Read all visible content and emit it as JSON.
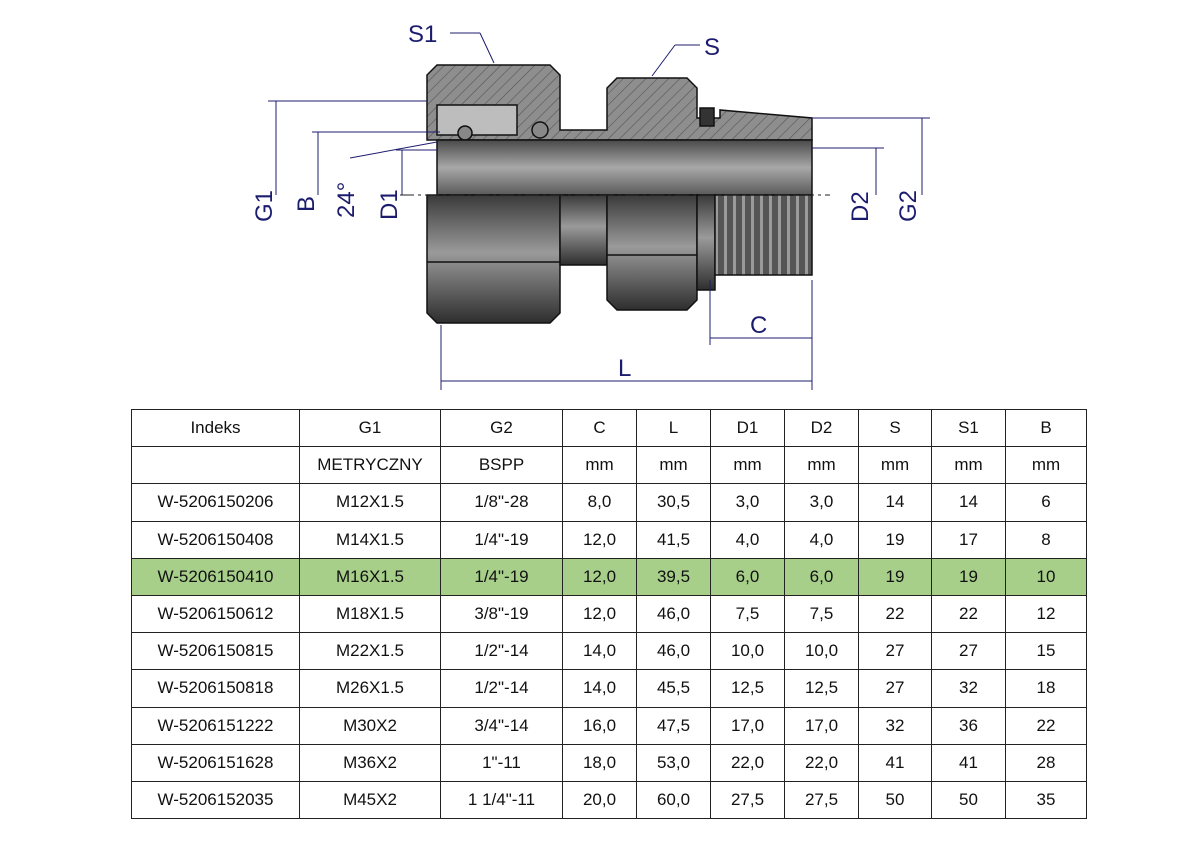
{
  "drawing": {
    "labels": {
      "S1": "S1",
      "S": "S",
      "G1": "G1",
      "B": "B",
      "angle": "24°",
      "D1": "D1",
      "D2": "D2",
      "G2": "G2",
      "C": "C",
      "L": "L"
    },
    "colors": {
      "dimension": "#1c1c6e",
      "highlight_row": "#a7cf8a"
    }
  },
  "table": {
    "headers": [
      "Indeks",
      "G1",
      "G2",
      "C",
      "L",
      "D1",
      "D2",
      "S",
      "S1",
      "B"
    ],
    "units": [
      "",
      "METRYCZNY",
      "BSPP",
      "mm",
      "mm",
      "mm",
      "mm",
      "mm",
      "mm",
      "mm"
    ],
    "highlighted_row": 2,
    "rows": [
      [
        "W-5206150206",
        "M12X1.5",
        "1/8\"-28",
        "8,0",
        "30,5",
        "3,0",
        "3,0",
        "14",
        "14",
        "6"
      ],
      [
        "W-5206150408",
        "M14X1.5",
        "1/4\"-19",
        "12,0",
        "41,5",
        "4,0",
        "4,0",
        "19",
        "17",
        "8"
      ],
      [
        "W-5206150410",
        "M16X1.5",
        "1/4\"-19",
        "12,0",
        "39,5",
        "6,0",
        "6,0",
        "19",
        "19",
        "10"
      ],
      [
        "W-5206150612",
        "M18X1.5",
        "3/8\"-19",
        "12,0",
        "46,0",
        "7,5",
        "7,5",
        "22",
        "22",
        "12"
      ],
      [
        "W-5206150815",
        "M22X1.5",
        "1/2\"-14",
        "14,0",
        "46,0",
        "10,0",
        "10,0",
        "27",
        "27",
        "15"
      ],
      [
        "W-5206150818",
        "M26X1.5",
        "1/2\"-14",
        "14,0",
        "45,5",
        "12,5",
        "12,5",
        "27",
        "32",
        "18"
      ],
      [
        "W-5206151222",
        "M30X2",
        "3/4\"-14",
        "16,0",
        "47,5",
        "17,0",
        "17,0",
        "32",
        "36",
        "22"
      ],
      [
        "W-5206151628",
        "M36X2",
        "1\"-11",
        "18,0",
        "53,0",
        "22,0",
        "22,0",
        "41",
        "41",
        "28"
      ],
      [
        "W-5206152035",
        "M45X2",
        "1 1/4\"-11",
        "20,0",
        "60,0",
        "27,5",
        "27,5",
        "50",
        "50",
        "35"
      ]
    ]
  }
}
